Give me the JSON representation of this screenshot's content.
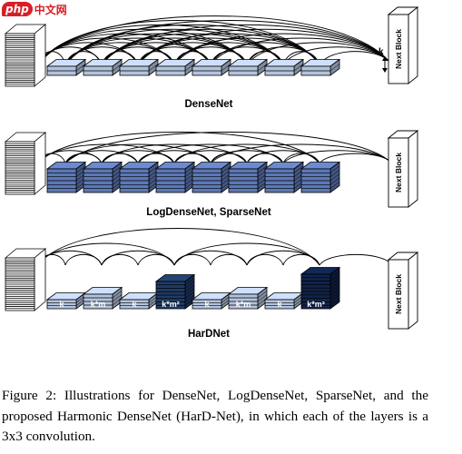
{
  "watermark": {
    "badge": "php",
    "text": "中文网"
  },
  "diagrams": [
    {
      "id": "densenet",
      "caption": "DenseNet",
      "next_block": "Next Block",
      "growth_label": "k",
      "box_labels": []
    },
    {
      "id": "logdensenet",
      "caption": "LogDenseNet, SparseNet",
      "next_block": "Next Block",
      "box_labels": []
    },
    {
      "id": "hardnet",
      "caption": "HarDNet",
      "next_block": "Next Block",
      "box_labels": [
        "k",
        "k*m",
        "k",
        "k*m²",
        "k",
        "k*m",
        "k",
        "k*m³"
      ]
    }
  ],
  "colors": {
    "light_block": "#b3c3dd",
    "mid_block": "#5d78b5",
    "dark_block": "#1f3b66",
    "darkest_block": "#10234a"
  },
  "figure_caption": "Figure 2: Illustrations for DenseNet, LogDenseNet, SparseNet, and the proposed Harmonic DenseNet (HarD-Net), in which each of the layers is a 3x3 convolution."
}
